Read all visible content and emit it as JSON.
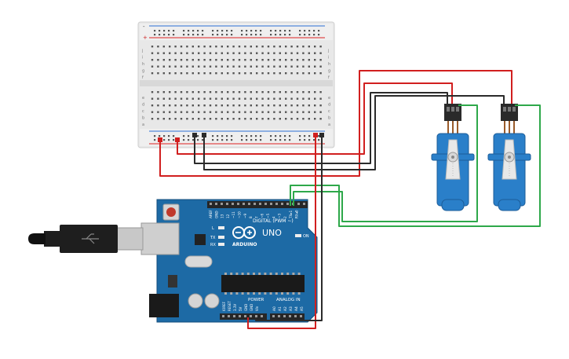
{
  "breadboard": {
    "rows": [
      "a",
      "b",
      "c",
      "d",
      "e",
      "f",
      "g",
      "h",
      "i",
      "j"
    ],
    "columns": 30,
    "rail_plus": "+",
    "rail_minus": "-"
  },
  "arduino": {
    "logo_text": "ARDUINO",
    "model": "UNO",
    "digital_header": "DIGITAL (PWM ~)",
    "power_header": "POWER",
    "analog_header": "ANALOG IN",
    "top_pins": [
      "AREF",
      "GND",
      "13",
      "12",
      "~11",
      "~10",
      "~9",
      "8",
      "7",
      "~6",
      "~5",
      "4",
      "~3",
      "2",
      "TX▸1",
      "RX◂0"
    ],
    "power_pins": [
      "IOREF",
      "RESET",
      "3.3V",
      "5V",
      "GND",
      "GND",
      "Vin"
    ],
    "analog_pins": [
      "A0",
      "A1",
      "A2",
      "A3",
      "A4",
      "A5"
    ],
    "led_l": "L",
    "led_tx": "TX",
    "led_rx": "RX",
    "led_on": "ON"
  },
  "colors": {
    "wire_red": "#d11f1f",
    "wire_black": "#2b2b2b",
    "wire_green": "#2ea84a",
    "board_blue": "#1d6aa5",
    "servo_blue": "#2a7fc9",
    "breadboard": "#e9e9e9"
  }
}
